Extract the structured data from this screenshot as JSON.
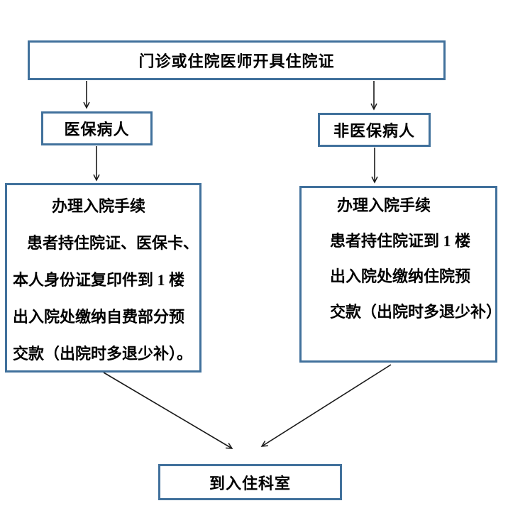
{
  "colors": {
    "border": "#41719C",
    "text": "#000000",
    "arrow": "#1a1a1a"
  },
  "flowchart": {
    "top_box": {
      "label": "门诊或住院医师开具住院证"
    },
    "left_branch": {
      "label": "医保病人"
    },
    "right_branch": {
      "label": "非医保病人"
    },
    "left_detail": {
      "lines": [
        "办理入院手续",
        "患者持住院证、医保卡、",
        "本人身份证复印件到 1 楼",
        "出入院处缴纳自费部分预",
        "交款（出院时多退少补）。"
      ]
    },
    "right_detail": {
      "lines": [
        "办理入院手续",
        "患者持住院证到 1 楼",
        "出入院处缴纳住院预",
        "交款（出院时多退少补）"
      ]
    },
    "bottom_box": {
      "label": "到入住科室"
    }
  }
}
